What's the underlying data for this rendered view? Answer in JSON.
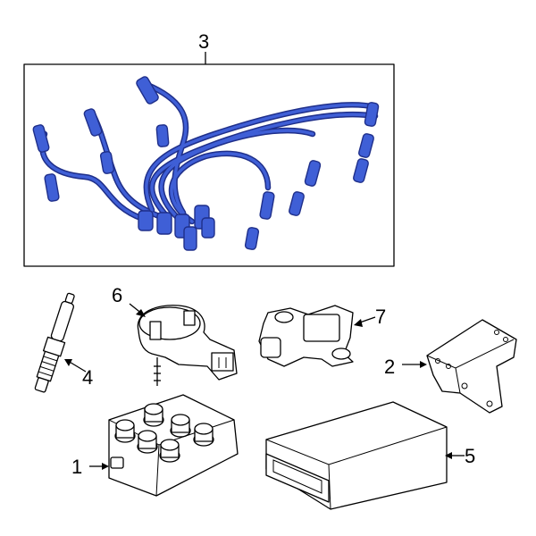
{
  "diagram": {
    "highlight_color": "#3f5fd6",
    "callouts": [
      {
        "id": "3",
        "label": "3"
      },
      {
        "id": "6",
        "label": "6"
      },
      {
        "id": "7",
        "label": "7"
      },
      {
        "id": "4",
        "label": "4"
      },
      {
        "id": "2",
        "label": "2"
      },
      {
        "id": "1",
        "label": "1"
      },
      {
        "id": "5",
        "label": "5"
      }
    ]
  }
}
